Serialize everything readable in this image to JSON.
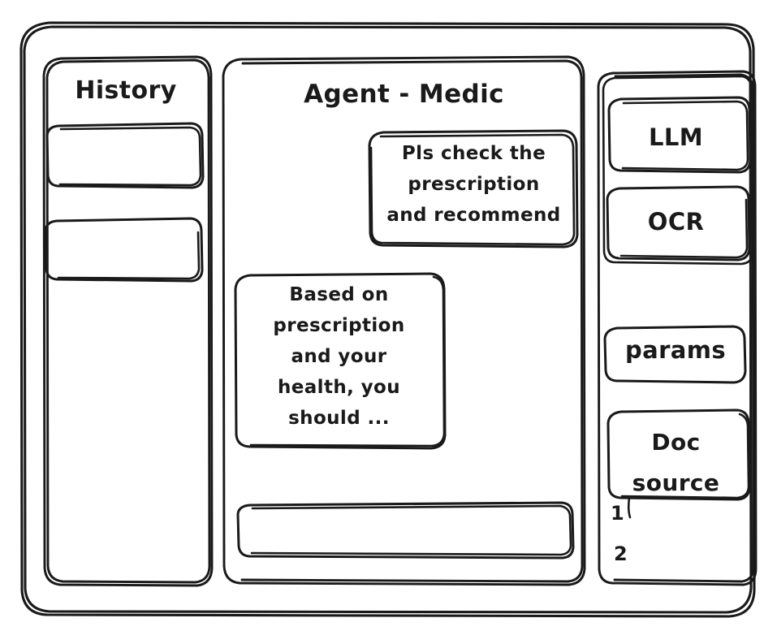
{
  "window": {
    "name": "agent-medic-wireframe"
  },
  "sidebar_history": {
    "title": "History",
    "items": [
      {
        "label": ""
      },
      {
        "label": ""
      }
    ]
  },
  "main": {
    "title": "Agent - Medic",
    "messages": [
      {
        "role": "user",
        "text": "Pls check the\nprescription\nand recommend"
      },
      {
        "role": "assistant",
        "text": "Based on\nprescription\nand your\nhealth, you\nshould ..."
      }
    ],
    "composer": {
      "value": "",
      "placeholder": ""
    }
  },
  "sidebar_tools": {
    "models": [
      {
        "label": "LLM"
      },
      {
        "label": "OCR"
      }
    ],
    "params": {
      "label": "params"
    },
    "doc_source": {
      "label": "Doc\nsource",
      "items": [
        {
          "label": "1"
        },
        {
          "label": "2"
        }
      ]
    }
  },
  "colors": {
    "ink": "#1a1a1a",
    "background": "#ffffff"
  }
}
